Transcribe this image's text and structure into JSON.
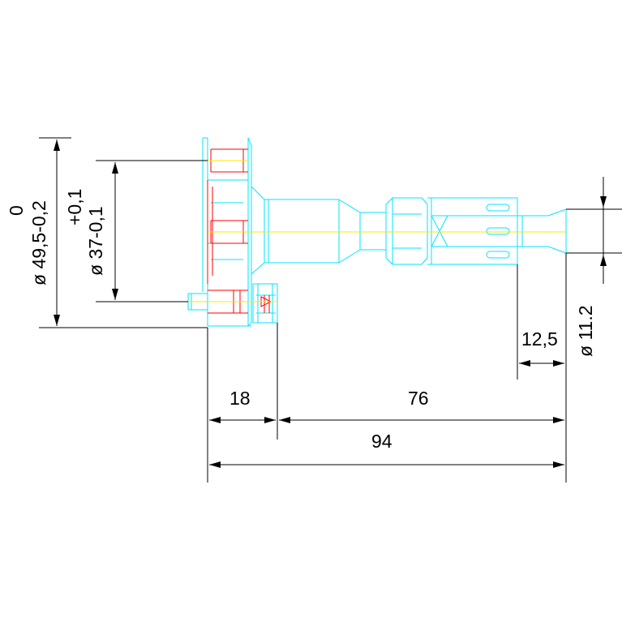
{
  "drawing": {
    "dims": {
      "outer_dia_tol": "0",
      "outer_dia_main": "ø 49,5-0,2",
      "inner_dia_tol": "+0,1",
      "inner_dia_main": "ø 37-0,1",
      "len_18": "18",
      "len_76": "76",
      "len_94": "94",
      "len_125": "12,5",
      "tip_dia": "ø 11.2"
    },
    "colors": {
      "outline": "#00e5ff",
      "center": "#ffe600",
      "flange": "#ff0000",
      "dim": "#000000",
      "background": "#ffffff"
    }
  }
}
